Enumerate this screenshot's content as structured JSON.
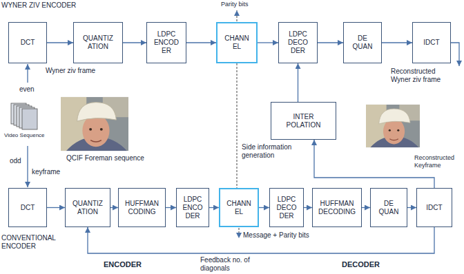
{
  "diagram": {
    "nodes": [
      {
        "text": [
          "DCT"
        ]
      },
      {
        "text": [
          "QUANTIZ ATION"
        ]
      },
      {
        "text": [
          "LDPC ENCOD ER"
        ]
      },
      {
        "text": [
          "CHANN EL"
        ]
      },
      {
        "text": [
          "LDPC DECO DER"
        ]
      },
      {
        "text": [
          "DE QUAN"
        ]
      },
      {
        "text": [
          "IDCT"
        ]
      },
      {
        "text": [
          "INTER POLATION"
        ]
      },
      {
        "text": [
          "DCT"
        ]
      },
      {
        "text": [
          "QUANTIZ ATION"
        ]
      },
      {
        "text": [
          "HUFFMAN CODING"
        ]
      },
      {
        "text": [
          "LDPC ENCO DER"
        ]
      },
      {
        "text": [
          "CHANN EL"
        ]
      },
      {
        "text": [
          "LDPC DECO DER"
        ]
      },
      {
        "text": [
          "HUFFMAN DECODING"
        ]
      },
      {
        "text": [
          "DE QUAN"
        ]
      },
      {
        "text": [
          "IDCT"
        ]
      }
    ],
    "edges": [
      {
        "from": 0,
        "to": 1,
        "arrow": "to"
      },
      {
        "from": 1,
        "to": 2,
        "arrow": "to"
      },
      {
        "from": 2,
        "to": 3,
        "arrow": "to"
      },
      {
        "from": 3,
        "to": 4,
        "arrow": "to"
      },
      {
        "from": 4,
        "to": 5,
        "arrow": "to"
      },
      {
        "from": 5,
        "to": 6,
        "arrow": "to"
      },
      {
        "from": 7,
        "to": 4,
        "arrow": "to"
      },
      {
        "from": 8,
        "to": 9,
        "arrow": "to"
      },
      {
        "from": 9,
        "to": 10,
        "arrow": "to"
      },
      {
        "from": 10,
        "to": 11,
        "arrow": "to"
      },
      {
        "from": 11,
        "to": 12,
        "arrow": "to"
      },
      {
        "from": 12,
        "to": 13,
        "arrow": "to"
      },
      {
        "from": 13,
        "to": 14,
        "arrow": "to"
      },
      {
        "from": 14,
        "to": 15,
        "arrow": "to"
      },
      {
        "from": 15,
        "to": 16,
        "arrow": "to"
      },
      {
        "from": 16,
        "to": 9,
        "label": "Feedback no. of diagonals",
        "arrow": "to"
      },
      {
        "from": 16,
        "to": 7,
        "arrow": "to"
      },
      {
        "from": 3,
        "to": 12,
        "arrow": "none"
      }
    ],
    "labels": [
      "WYNER ZIV ENCODER",
      "Parity bits",
      "Wyner ziv frame",
      "even",
      "Video Sequence",
      "QCIF Foreman sequence",
      "odd",
      "keyframe",
      "Side information generation",
      "Reconstructed Wyner ziv frame",
      "Reconstructed Keyframe",
      "Message + Parity bits",
      "CONVENTIONAL ENCODER",
      "ENCODER",
      "DECODER"
    ]
  }
}
